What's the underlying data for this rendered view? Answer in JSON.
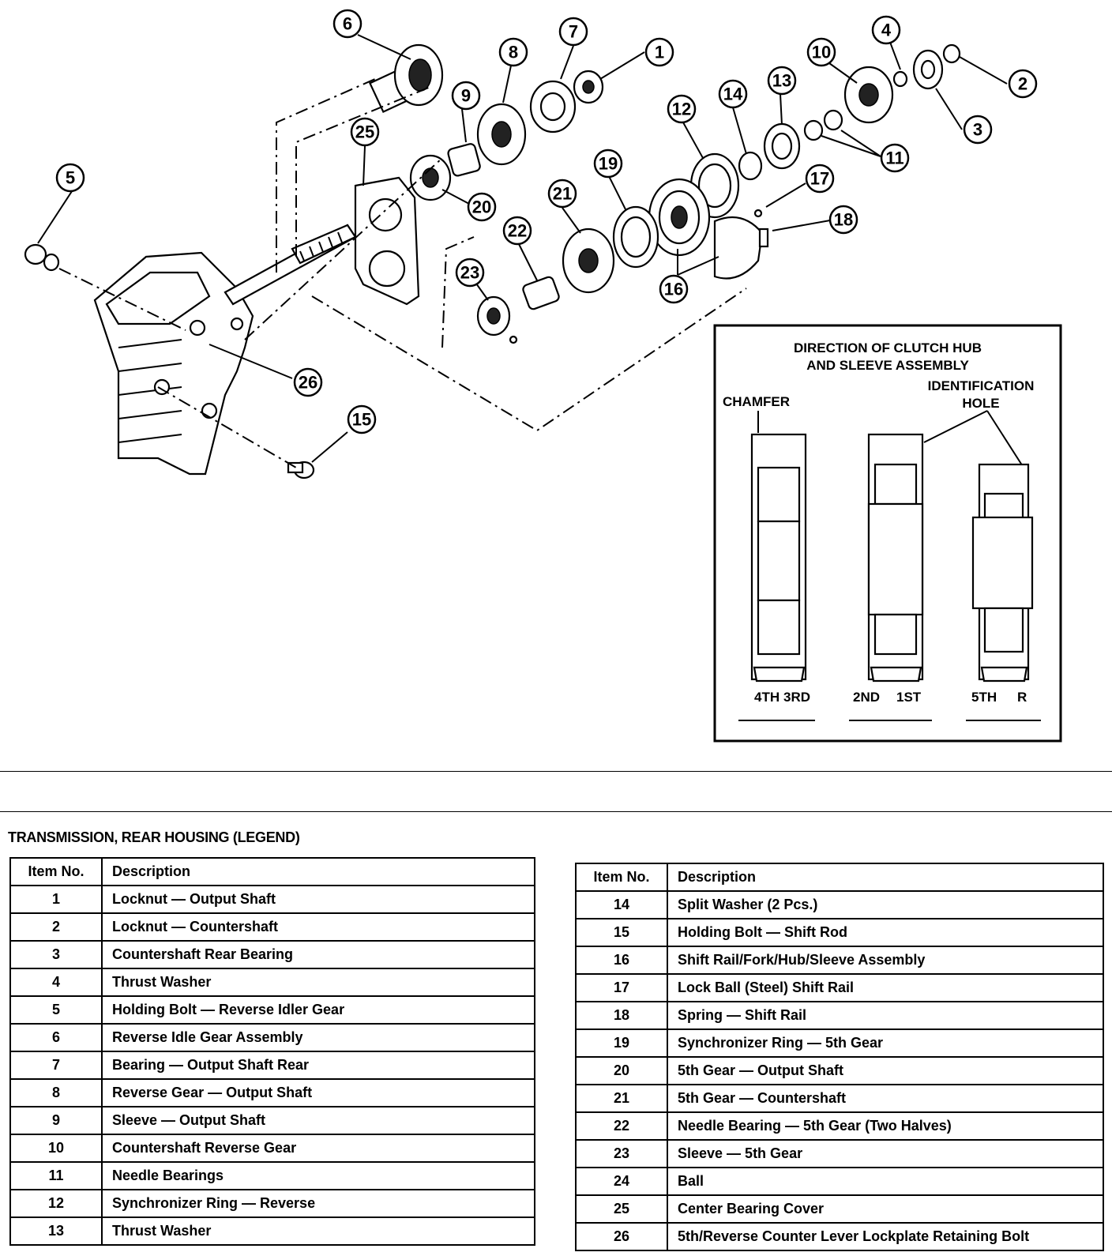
{
  "callouts": [
    "1",
    "2",
    "3",
    "4",
    "5",
    "6",
    "7",
    "8",
    "9",
    "10",
    "11",
    "12",
    "13",
    "14",
    "15",
    "16",
    "17",
    "18",
    "19",
    "20",
    "21",
    "22",
    "23",
    "25",
    "26"
  ],
  "inset": {
    "title_line1": "DIRECTION OF CLUTCH HUB",
    "title_line2": "AND SLEEVE ASSEMBLY",
    "chamfer_label": "CHAMFER",
    "id_hole_line1": "IDENTIFICATION",
    "id_hole_line2": "HOLE",
    "assemblies": [
      {
        "left": "4TH",
        "right": "3RD"
      },
      {
        "left": "2ND",
        "right": "1ST"
      },
      {
        "left": "5TH",
        "right": "R"
      }
    ]
  },
  "legend": {
    "title": "TRANSMISSION, REAR HOUSING (LEGEND)",
    "col_item": "Item No.",
    "col_desc": "Description",
    "left_rows": [
      {
        "item": "1",
        "desc": "Locknut — Output Shaft"
      },
      {
        "item": "2",
        "desc": "Locknut — Countershaft"
      },
      {
        "item": "3",
        "desc": "Countershaft Rear Bearing"
      },
      {
        "item": "4",
        "desc": "Thrust Washer"
      },
      {
        "item": "5",
        "desc": "Holding Bolt — Reverse Idler Gear"
      },
      {
        "item": "6",
        "desc": "Reverse Idle Gear Assembly"
      },
      {
        "item": "7",
        "desc": "Bearing — Output Shaft Rear"
      },
      {
        "item": "8",
        "desc": "Reverse Gear — Output Shaft"
      },
      {
        "item": "9",
        "desc": "Sleeve — Output Shaft"
      },
      {
        "item": "10",
        "desc": "Countershaft Reverse Gear"
      },
      {
        "item": "11",
        "desc": "Needle Bearings"
      },
      {
        "item": "12",
        "desc": "Synchronizer Ring — Reverse"
      },
      {
        "item": "13",
        "desc": "Thrust Washer"
      }
    ],
    "right_rows": [
      {
        "item": "14",
        "desc": "Split Washer (2 Pcs.)"
      },
      {
        "item": "15",
        "desc": "Holding Bolt — Shift Rod"
      },
      {
        "item": "16",
        "desc": "Shift Rail/Fork/Hub/Sleeve Assembly"
      },
      {
        "item": "17",
        "desc": "Lock Ball (Steel) Shift Rail"
      },
      {
        "item": "18",
        "desc": "Spring — Shift Rail"
      },
      {
        "item": "19",
        "desc": "Synchronizer Ring — 5th Gear"
      },
      {
        "item": "20",
        "desc": "5th Gear — Output Shaft"
      },
      {
        "item": "21",
        "desc": "5th Gear — Countershaft"
      },
      {
        "item": "22",
        "desc": "Needle Bearing — 5th Gear (Two Halves)"
      },
      {
        "item": "23",
        "desc": "Sleeve — 5th Gear"
      },
      {
        "item": "24",
        "desc": "Ball"
      },
      {
        "item": "25",
        "desc": "Center Bearing Cover"
      },
      {
        "item": "26",
        "desc": "5th/Reverse Counter Lever Lockplate Retaining Bolt"
      }
    ]
  }
}
